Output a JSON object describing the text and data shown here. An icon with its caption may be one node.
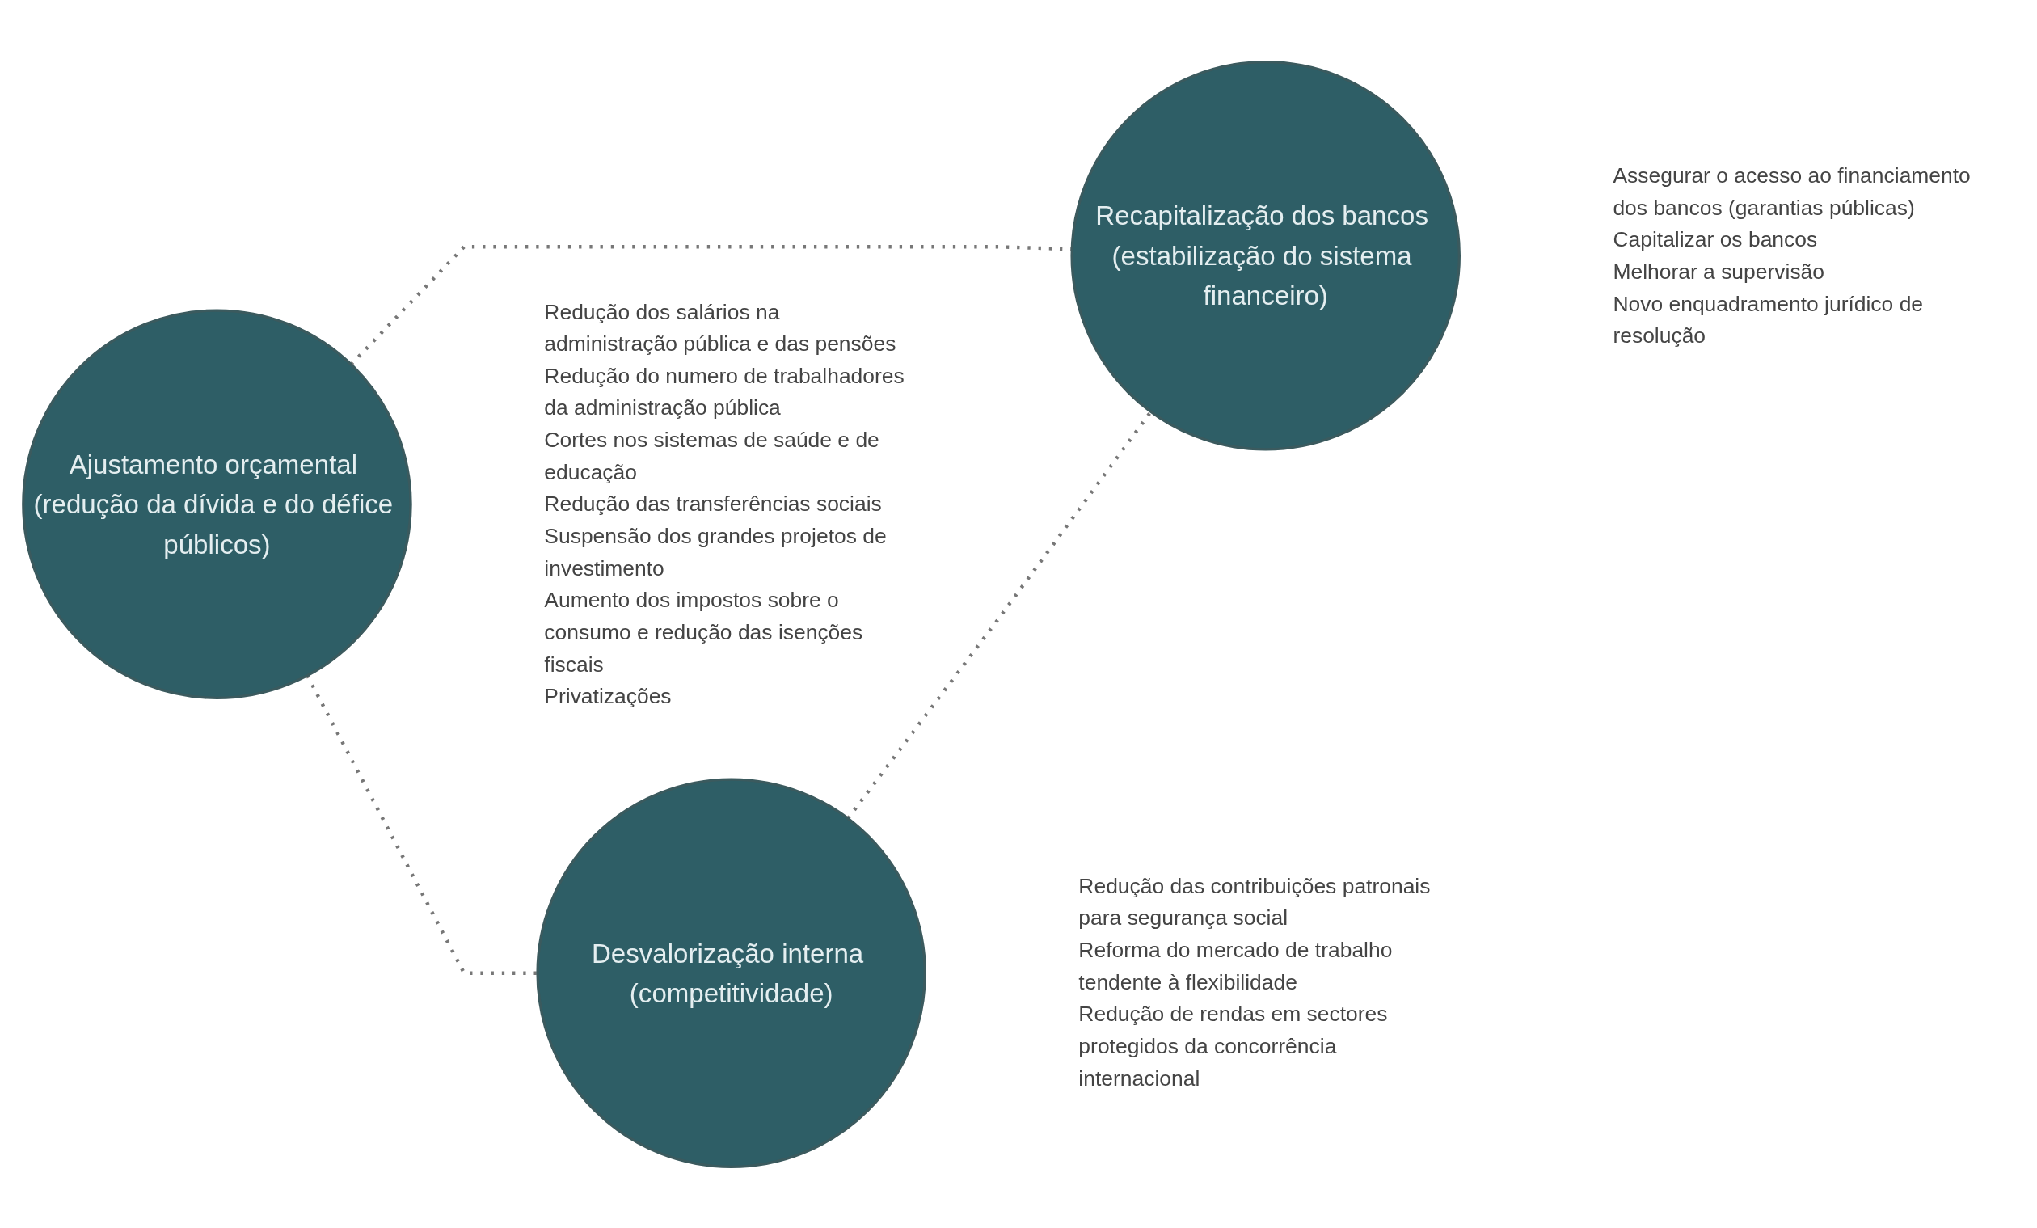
{
  "diagram": {
    "nodes": [
      {
        "text": [
          "Desvalorização interna (competitividade)"
        ],
        "beside": [
          "Redução das contribuições patronais para segurança social",
          "Reforma do mercado de trabalho tendente à flexibilidade",
          "Redução de rendas em sectores protegidos da concorrência internacional"
        ]
      },
      {
        "text": [
          "Ajustamento orçamental (redução da dívida e do défice públicos)"
        ],
        "beside": [
          "Redução dos salários na administração pública e das pensões",
          "Redução do numero de trabalhadores da administração pública",
          "Cortes nos sistemas de saúde e de educação",
          "Redução das transferências sociais",
          "Suspensão dos grandes projetos de investimento",
          "Aumento dos impostos sobre o consumo e redução das isenções fiscais",
          "Privatizações"
        ]
      },
      {
        "text": [
          "Recapitalização dos bancos (estabilização do sistema financeiro)"
        ],
        "beside": [
          "Assegurar o acesso ao financiamento dos bancos (garantias públicas)",
          "Capitalizar os bancos",
          "Melhorar a supervisão",
          "Novo enquadramento jurídico de resolução"
        ]
      }
    ],
    "edges": [
      {
        "from": 1,
        "to": 0,
        "arrow": "none",
        "style": "dashed"
      },
      {
        "from": 0,
        "to": 2,
        "arrow": "none",
        "style": "dashed"
      },
      {
        "from": 1,
        "to": 2,
        "arrow": "none",
        "style": "dashed"
      }
    ]
  }
}
